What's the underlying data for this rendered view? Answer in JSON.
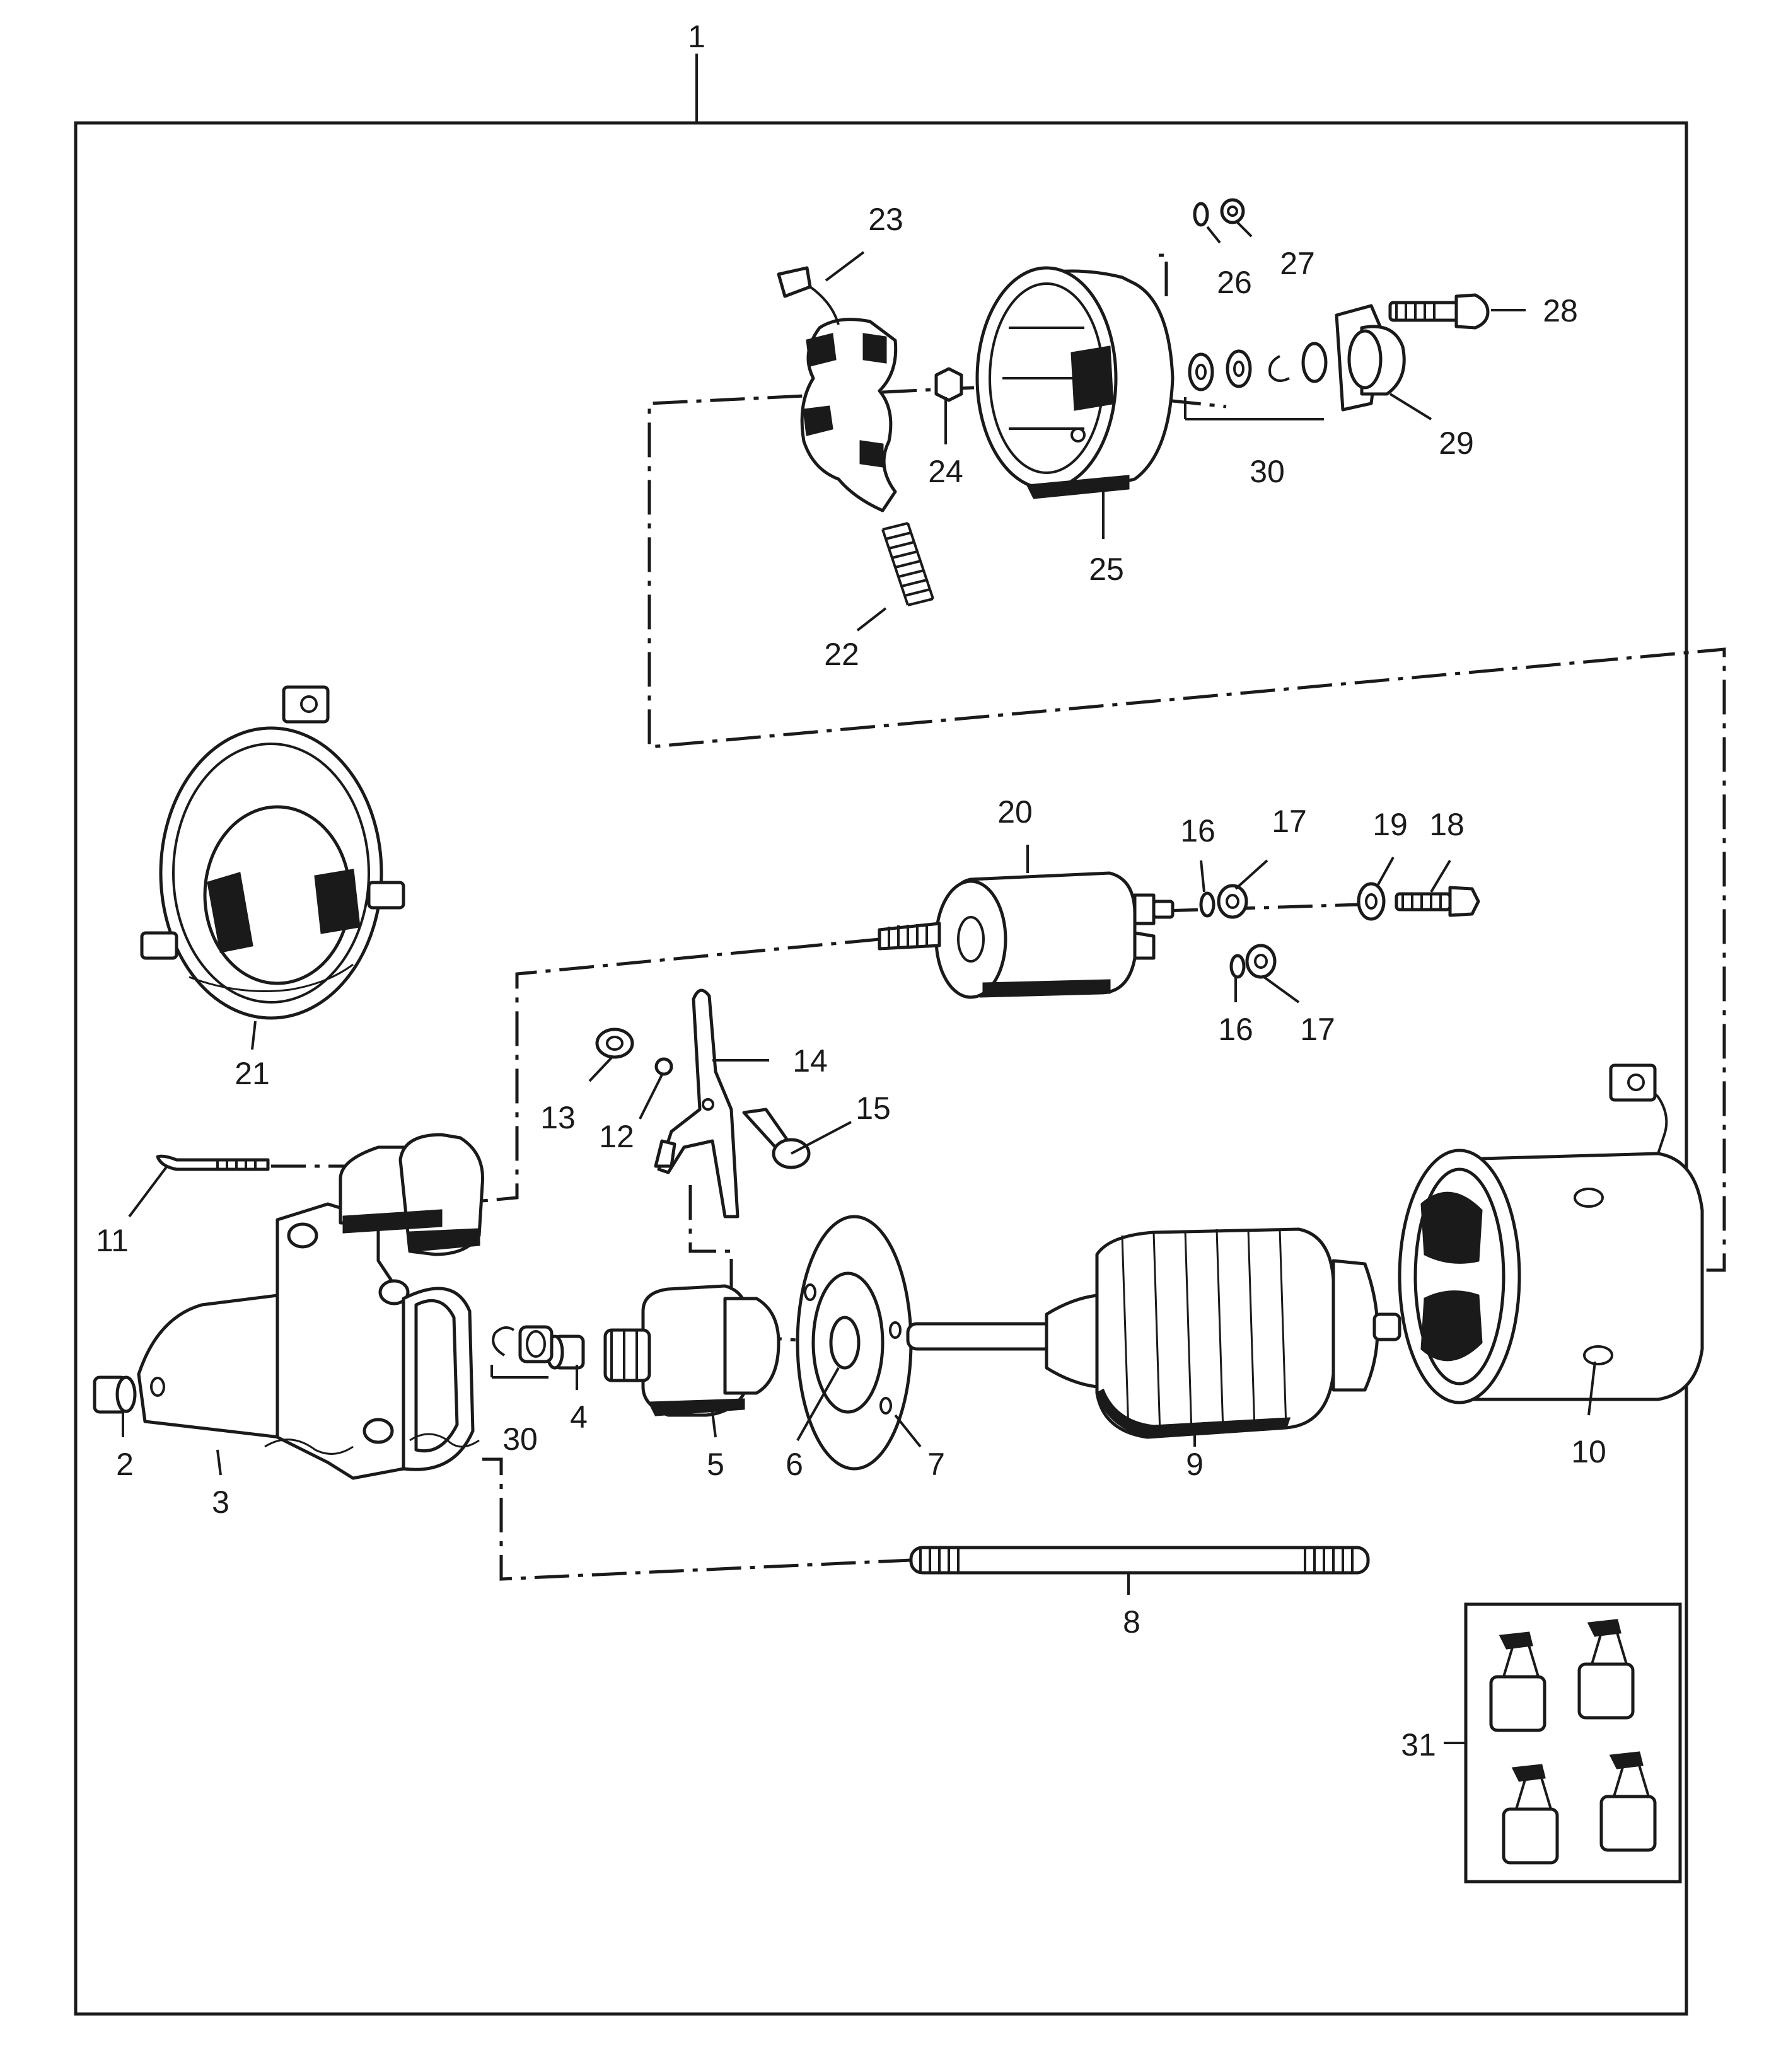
{
  "callouts": {
    "c1": "1",
    "c2": "2",
    "c3": "3",
    "c4": "4",
    "c5": "5",
    "c6": "6",
    "c7": "7",
    "c8": "8",
    "c9": "9",
    "c10": "10",
    "c11": "11",
    "c12": "12",
    "c13": "13",
    "c14": "14",
    "c15": "15",
    "c16a": "16",
    "c16b": "16",
    "c17a": "17",
    "c17b": "17",
    "c18": "18",
    "c19": "19",
    "c20": "20",
    "c21": "21",
    "c22": "22",
    "c23": "23",
    "c24": "24",
    "c25": "25",
    "c26": "26",
    "c27": "27",
    "c28": "28",
    "c29": "29",
    "c30a": "30",
    "c30b": "30",
    "c31": "31"
  }
}
